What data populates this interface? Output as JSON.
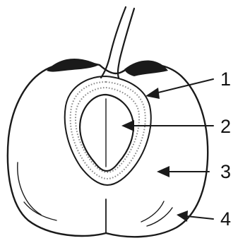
{
  "labels": [
    {
      "number": "1"
    },
    {
      "number": "2"
    },
    {
      "number": "3"
    },
    {
      "number": "4"
    }
  ],
  "colors": {
    "ink": "#1a1a1a",
    "background": "#ffffff",
    "stone_texture": "#8a8a8a"
  }
}
